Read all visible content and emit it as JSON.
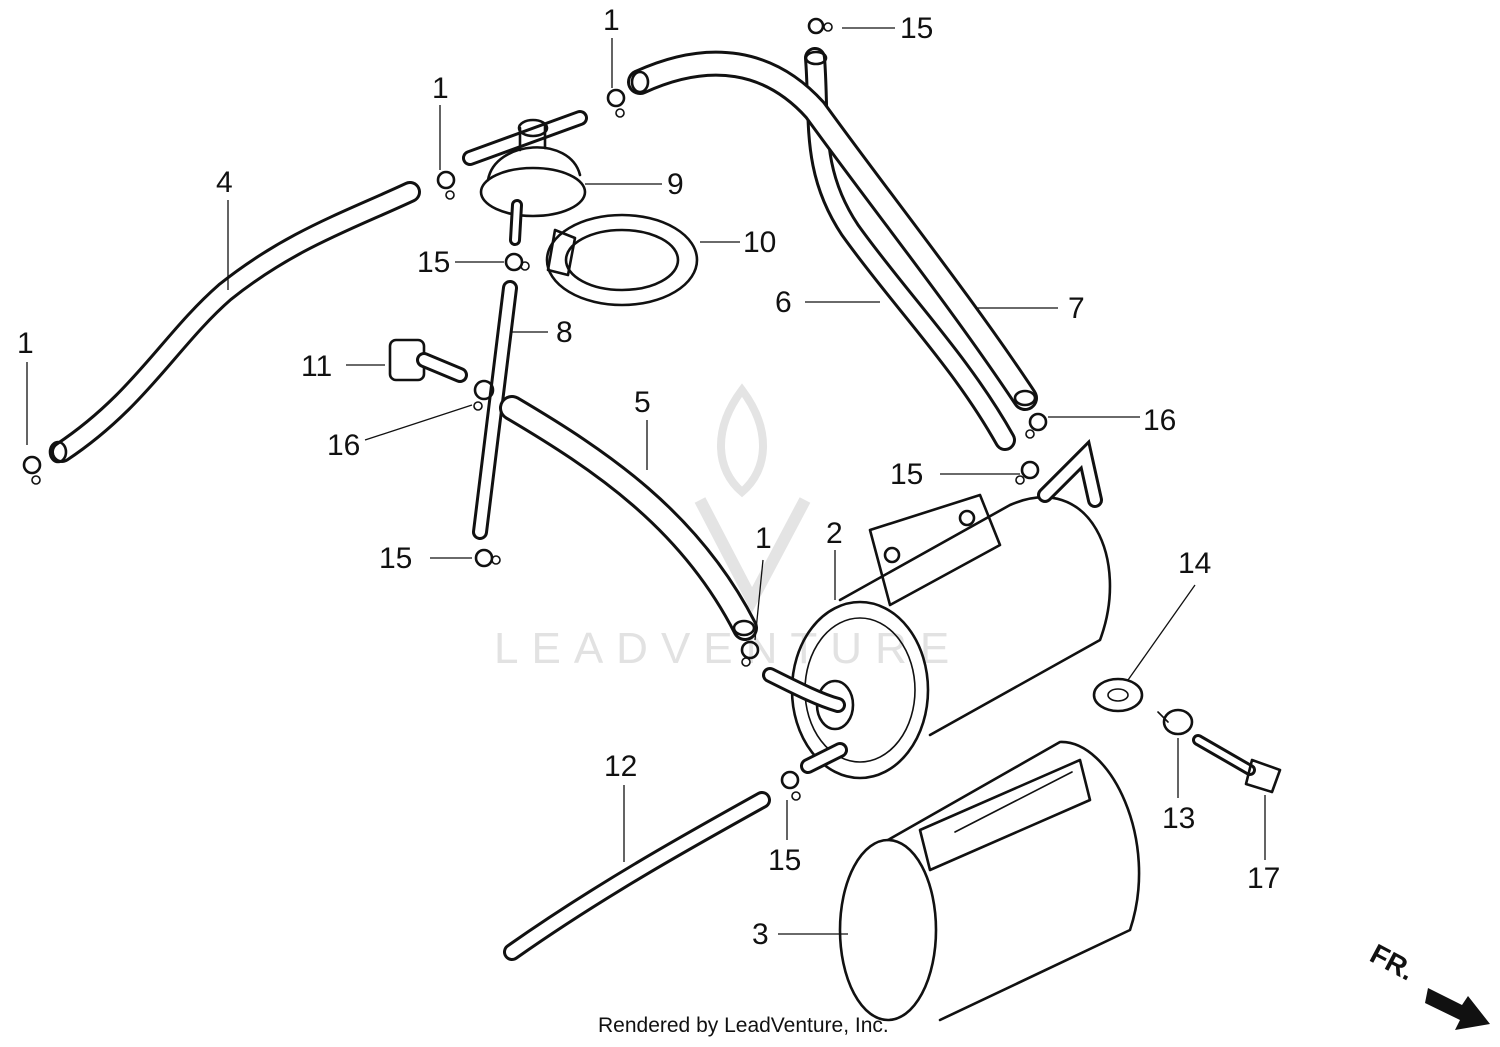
{
  "callouts": [
    {
      "id": "c1a",
      "text": "1"
    },
    {
      "id": "c1b",
      "text": "1"
    },
    {
      "id": "c1c",
      "text": "1"
    },
    {
      "id": "c1d",
      "text": "1"
    },
    {
      "id": "c2",
      "text": "2"
    },
    {
      "id": "c3",
      "text": "3"
    },
    {
      "id": "c4",
      "text": "4"
    },
    {
      "id": "c5",
      "text": "5"
    },
    {
      "id": "c6",
      "text": "6"
    },
    {
      "id": "c7",
      "text": "7"
    },
    {
      "id": "c8",
      "text": "8"
    },
    {
      "id": "c9",
      "text": "9"
    },
    {
      "id": "c10",
      "text": "10"
    },
    {
      "id": "c11",
      "text": "11"
    },
    {
      "id": "c12",
      "text": "12"
    },
    {
      "id": "c13",
      "text": "13"
    },
    {
      "id": "c14",
      "text": "14"
    },
    {
      "id": "c15a",
      "text": "15"
    },
    {
      "id": "c15b",
      "text": "15"
    },
    {
      "id": "c15c",
      "text": "15"
    },
    {
      "id": "c15d",
      "text": "15"
    },
    {
      "id": "c15e",
      "text": "15"
    },
    {
      "id": "c16a",
      "text": "16"
    },
    {
      "id": "c16b",
      "text": "16"
    },
    {
      "id": "c17",
      "text": "17"
    }
  ],
  "direction_marker": "FR.",
  "watermark": "LEADVENTURE",
  "footer": "Rendered by LeadVenture, Inc.",
  "colors": {
    "line": "#111111",
    "watermark": "#e2e2e2",
    "background": "#ffffff"
  }
}
